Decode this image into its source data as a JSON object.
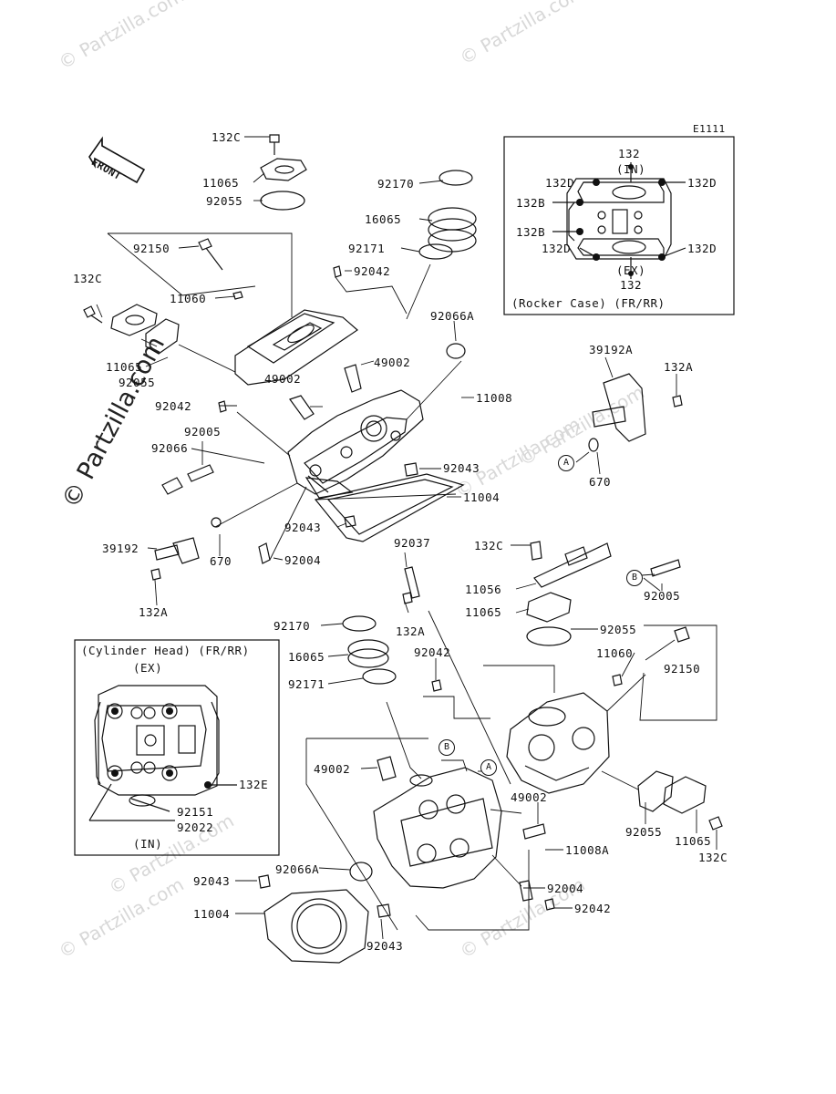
{
  "diagram_code": "E1111",
  "front_label": "FRONT",
  "watermark": "© Partzilla.com",
  "inset_rocker": {
    "caption": "(Rocker Case) (FR/RR)",
    "in_label": "(IN)",
    "ex_label": "(EX)"
  },
  "inset_cylinder": {
    "caption": "(Cylinder Head) (FR/RR)",
    "ex_label": "(EX)",
    "in_label": "(IN)"
  },
  "callouts": {
    "a": "A",
    "b": "B"
  },
  "part_labels": [
    "132C",
    "11065",
    "92055",
    "92150",
    "132C",
    "11060",
    "11065",
    "92055",
    "92042",
    "92005",
    "92066",
    "49002",
    "92170",
    "16065",
    "92171",
    "92042",
    "92066A",
    "49002",
    "11008",
    "92043",
    "11004",
    "92043",
    "92004",
    "670",
    "39192",
    "132A",
    "39192A",
    "132A",
    "670",
    "92037",
    "132A",
    "132C",
    "11056",
    "11065",
    "92055",
    "92005",
    "11060",
    "92150",
    "92170",
    "16065",
    "92171",
    "92042",
    "49002",
    "49002",
    "11008A",
    "92066A",
    "92004",
    "92042",
    "92043",
    "11004",
    "92043",
    "92055",
    "11065",
    "132C",
    "132",
    "132D",
    "132D",
    "132B",
    "132B",
    "132D",
    "132D",
    "132",
    "132E",
    "92151",
    "92022"
  ]
}
